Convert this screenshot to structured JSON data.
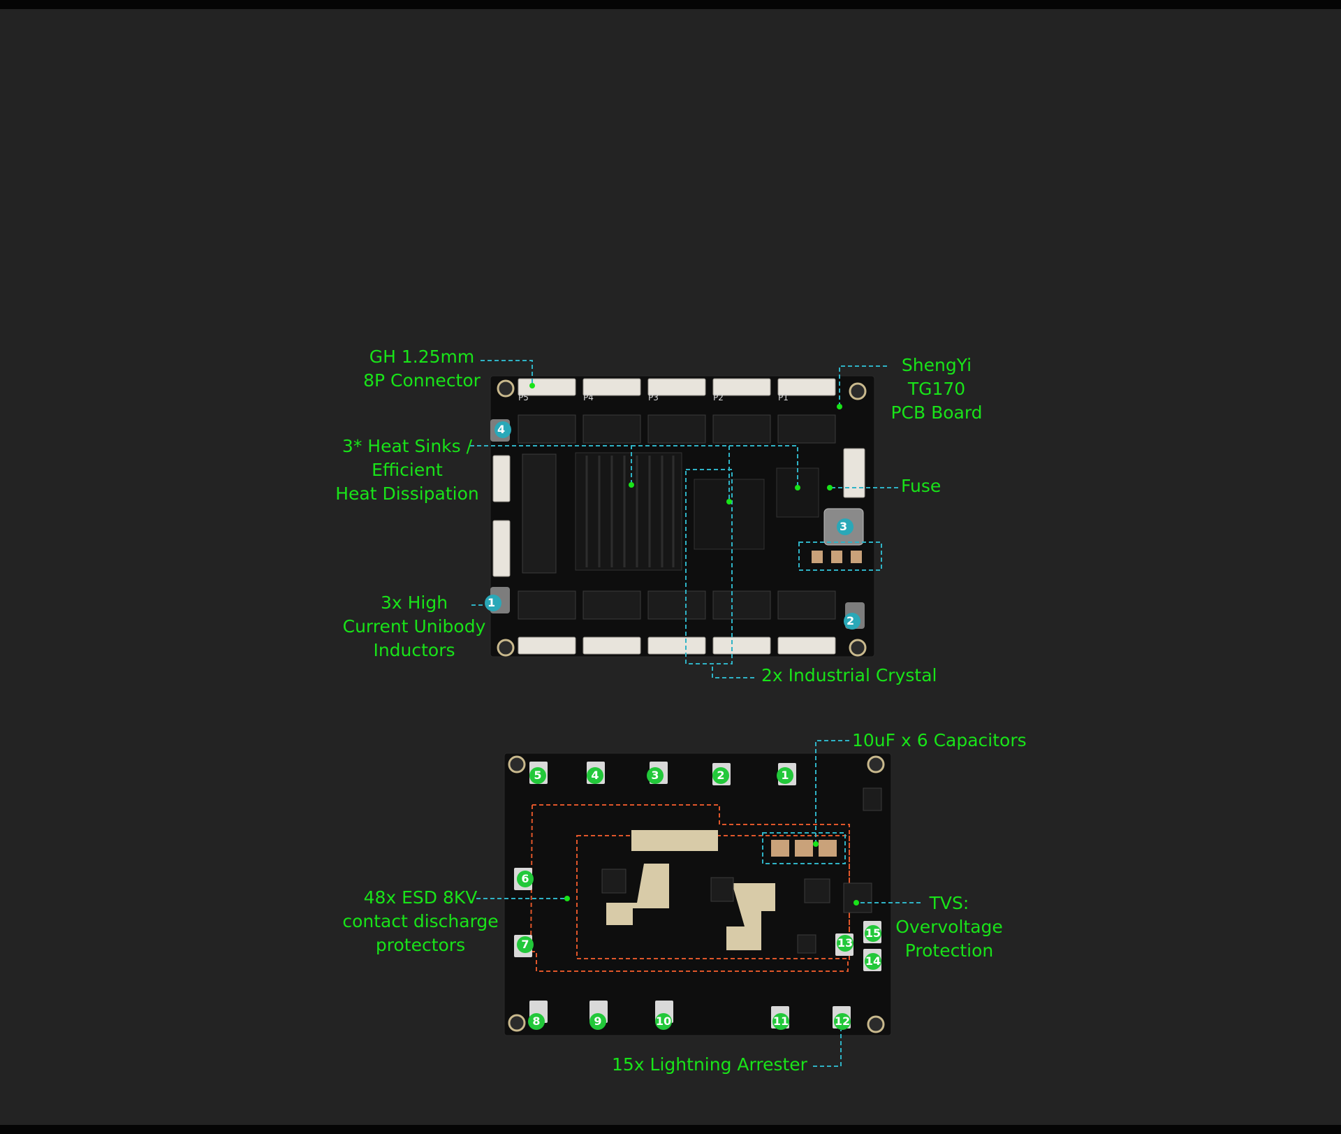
{
  "colors": {
    "background": "#232323",
    "label_text": "#19e319",
    "leader_line": "#2fb3c6",
    "badge_cyan": "#2aa8b8",
    "badge_green": "#22c83a",
    "highlight_orange": "#e0562a",
    "pcb": "#0d0d0d"
  },
  "top_board": {
    "labels": {
      "gh_connector": "GH 1.25mm\n8P Connector",
      "heat_sinks": "3* Heat Sinks /\nEfficient\nHeat Dissipation",
      "inductors": "3x High\nCurrent Unibody\nInductors",
      "pcb_board": "ShengYi\nTG170\nPCB Board",
      "fuse": "Fuse",
      "crystal": "2x Industrial Crystal"
    },
    "badges": [
      "1",
      "2",
      "3",
      "4"
    ],
    "port_labels": [
      "P5",
      "P4",
      "P3",
      "P2",
      "P1"
    ]
  },
  "bottom_board": {
    "labels": {
      "capacitors": "10uF x 6 Capacitors",
      "esd": "48x ESD 8KV\ncontact discharge\nprotectors",
      "tvs": "TVS:\nOvervoltage\nProtection",
      "lightning": "15x Lightning Arrester"
    },
    "badges": [
      "1",
      "2",
      "3",
      "4",
      "5",
      "6",
      "7",
      "8",
      "9",
      "10",
      "11",
      "12",
      "13",
      "14",
      "15"
    ]
  }
}
